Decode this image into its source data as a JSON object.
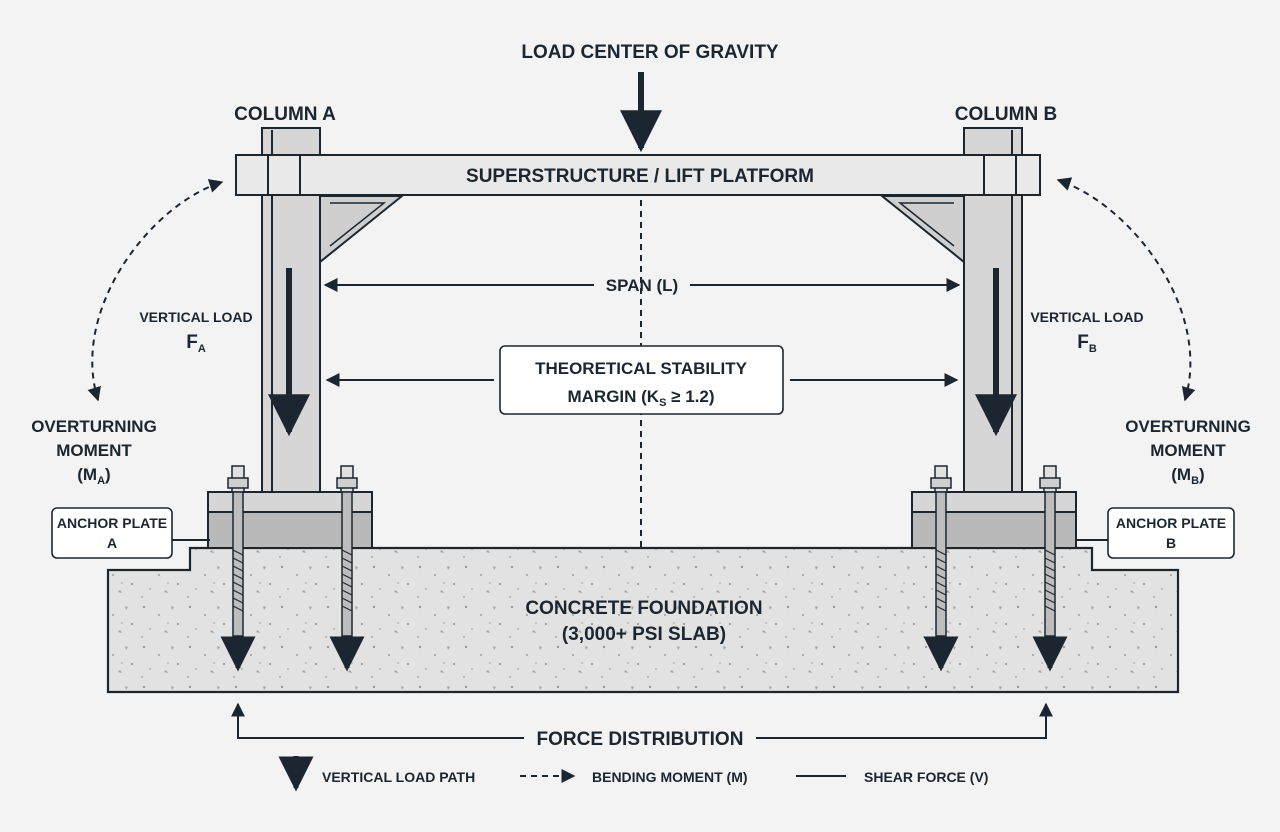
{
  "title": "LOAD CENTER OF GRAVITY",
  "columns": {
    "a": "COLUMN A",
    "b": "COLUMN B"
  },
  "platform": "SUPERSTRUCTURE / LIFT PLATFORM",
  "span": "SPAN (L)",
  "stability": {
    "line1": "THEORETICAL STABILITY",
    "line2_prefix": "MARGIN (K",
    "line2_sub": "S",
    "line2_suffix": " ≥ 1.2)"
  },
  "vertical_load": {
    "label": "VERTICAL LOAD",
    "symbol": "F",
    "sub_a": "A",
    "sub_b": "B"
  },
  "overturning": {
    "line1": "OVERTURNING",
    "line2": "MOMENT",
    "m_prefix": "(M",
    "m_suffix": ")",
    "sub_a": "A",
    "sub_b": "B"
  },
  "anchor_plate": {
    "label": "ANCHOR PLATE",
    "a": "A",
    "b": "B"
  },
  "foundation": {
    "line1": "CONCRETE FOUNDATION",
    "line2": "(3,000+ PSI SLAB)"
  },
  "force_distribution": "FORCE DISTRIBUTION",
  "legend": {
    "vertical_load_path": "VERTICAL LOAD PATH",
    "bending_moment": "BENDING MOMENT (M)",
    "shear_force": "SHEAR FORCE (V)"
  },
  "colors": {
    "ink": "#1c2630",
    "steel": "#d6d6d6",
    "concrete": "#e2e2e2",
    "background": "#f3f3f3"
  }
}
